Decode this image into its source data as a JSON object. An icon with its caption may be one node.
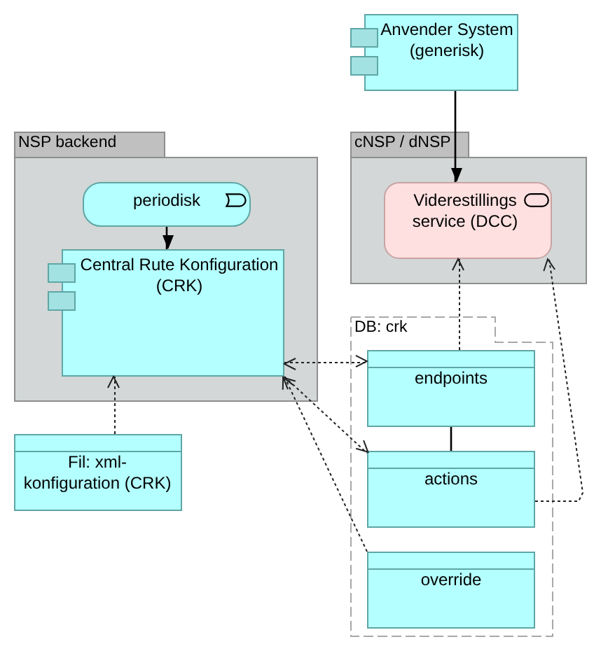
{
  "diagram": {
    "nodes": [
      {
        "text": [
          "Anvender System (generisk)"
        ]
      },
      {
        "text": [
          "NSP backend"
        ]
      },
      {
        "text": [
          "periodisk"
        ],
        "in": 1
      },
      {
        "text": [
          "Central Rute Konfiguration (CRK)"
        ],
        "in": 1
      },
      {
        "text": [
          "cNSP / dNSP"
        ]
      },
      {
        "text": [
          "Viderestillings service (DCC)"
        ],
        "in": 4
      },
      {
        "text": [
          "DB: crk"
        ]
      },
      {
        "text": [
          "endpoints"
        ],
        "in": 6
      },
      {
        "text": [
          "actions"
        ],
        "in": 6
      },
      {
        "text": [
          "override"
        ],
        "in": 6
      },
      {
        "text": [
          "Fil: xml-konfiguration (CRK)"
        ]
      }
    ],
    "edges": [
      {
        "from": 0,
        "to": 5,
        "arrow": "to"
      },
      {
        "from": 2,
        "to": 3,
        "arrow": "to"
      },
      {
        "from": 10,
        "to": 3,
        "arrow": "to",
        "style": "dashed"
      },
      {
        "from": 3,
        "to": 7,
        "arrow": "both",
        "style": "dashed"
      },
      {
        "from": 3,
        "to": 8,
        "arrow": "both",
        "style": "dashed"
      },
      {
        "from": 9,
        "to": 3,
        "arrow": "to",
        "style": "dashed"
      },
      {
        "from": 7,
        "to": 5,
        "arrow": "to",
        "style": "dashed"
      },
      {
        "from": 8,
        "to": 5,
        "arrow": "to",
        "style": "dashed"
      },
      {
        "from": 7,
        "to": 8,
        "arrow": "none"
      }
    ]
  }
}
